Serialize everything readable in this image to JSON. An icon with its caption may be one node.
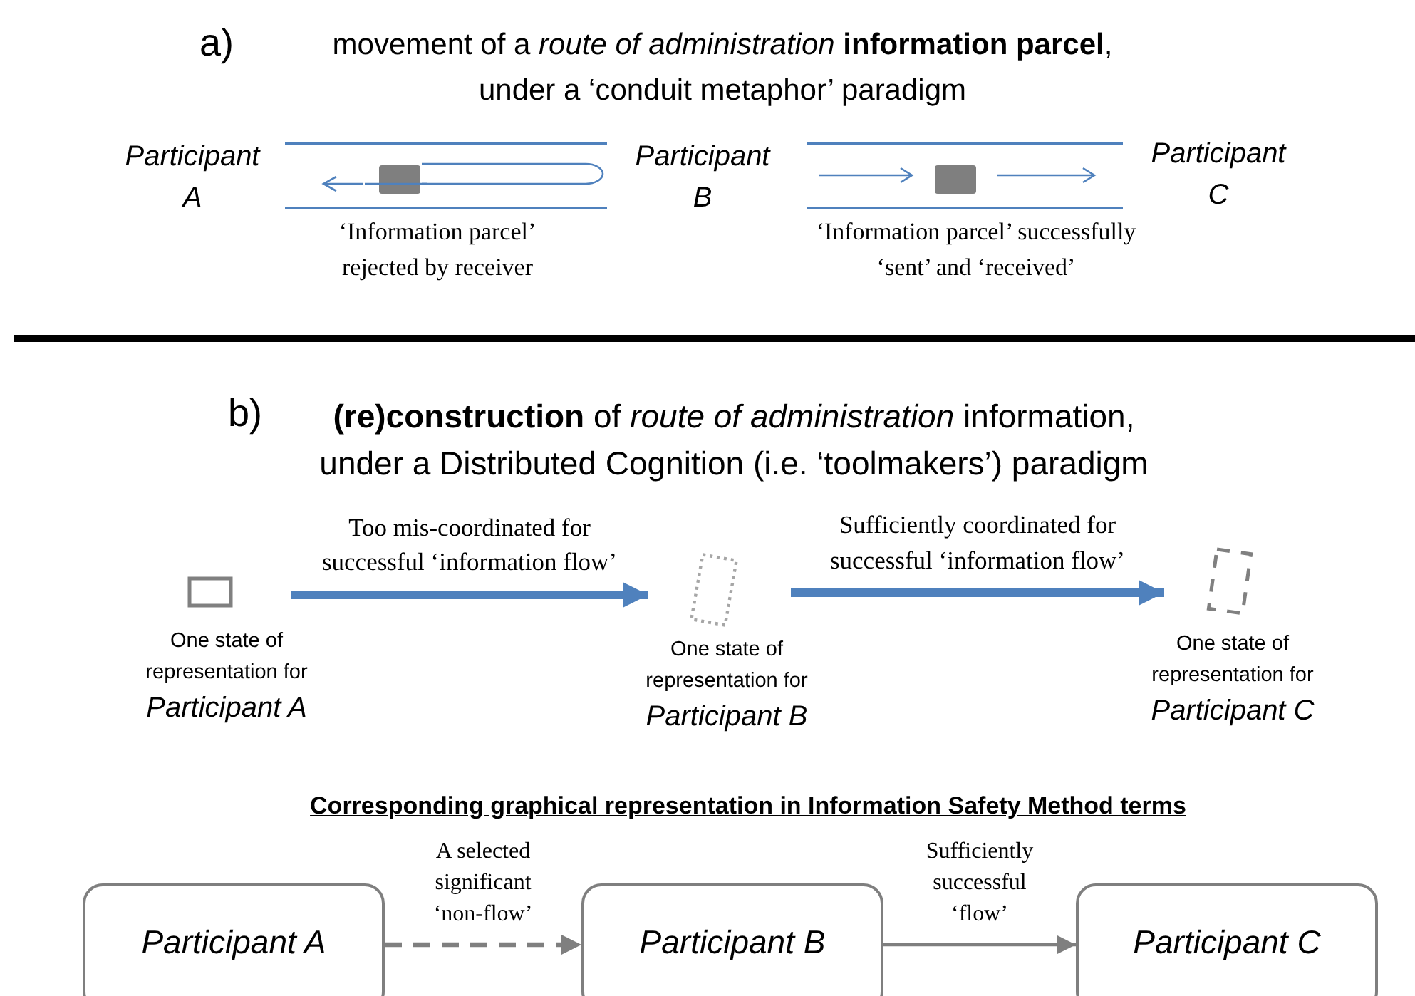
{
  "diagram": {
    "nodes": [
      {
        "text": [
          "Participant A"
        ]
      },
      {
        "text": [
          "Participant B"
        ]
      },
      {
        "text": [
          "Participant C"
        ]
      },
      {
        "text": [],
        "shape": "box",
        "beside": [
          "One state of representation for",
          "Participant A"
        ]
      },
      {
        "text": [],
        "shape": "box",
        "beside": [
          "One state of representation for",
          "Participant B"
        ]
      },
      {
        "text": [],
        "shape": "box",
        "beside": [
          "One state of representation for",
          "Participant C"
        ]
      },
      {
        "text": [
          "Participant A"
        ]
      },
      {
        "text": [
          "Participant B"
        ]
      },
      {
        "text": [
          "Participant C"
        ]
      }
    ],
    "edges": [
      {
        "from": 3,
        "to": 4,
        "arrow": "to",
        "label": "Too mis-coordinated for successful ‘information flow’",
        "style": "thick",
        "color": "#4f81bd"
      },
      {
        "from": 4,
        "to": 5,
        "arrow": "to",
        "label": "Sufficiently coordinated for successful ‘information flow’",
        "style": "thick",
        "color": "#4f81bd"
      },
      {
        "from": 6,
        "to": 7,
        "arrow": "to",
        "label": "A selected significant ‘non-flow’",
        "style": "dashed"
      },
      {
        "from": 7,
        "to": 8,
        "arrow": "to",
        "label": "Sufficiently successful ‘flow’"
      }
    ],
    "labels": [
      "a)",
      "movement of a *route of administration* **information parcel**, under a ‘conduit metaphor’ paradigm",
      "‘Information parcel’ rejected by receiver",
      "‘Information parcel’ successfully ‘sent’ and ‘received’",
      "b)",
      "**(re)construction** of *route of administration* information, under a Distributed Cognition (i.e. ‘toolmakers’) paradigm",
      "Corresponding graphical representation in Information Safety Method terms"
    ]
  }
}
